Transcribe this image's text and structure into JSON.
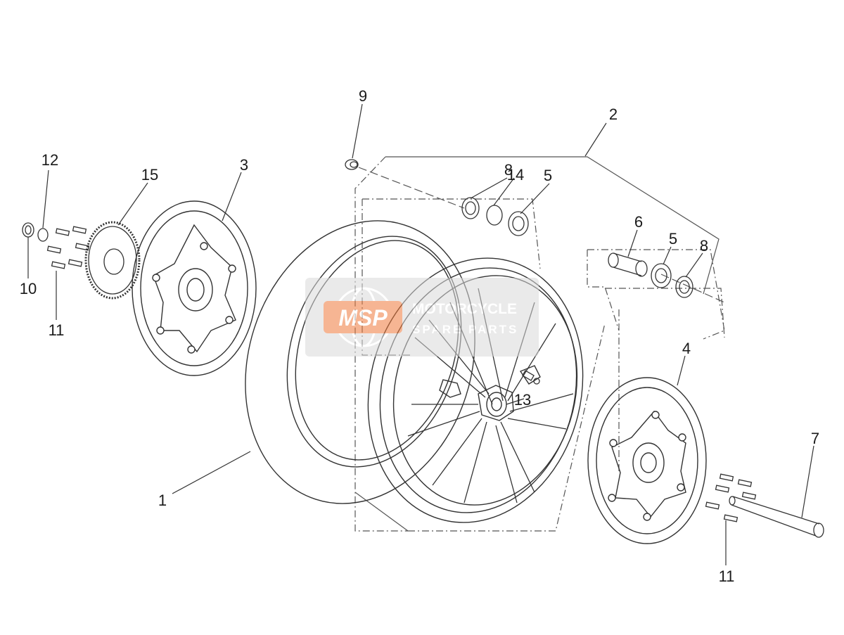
{
  "parts": {
    "p1": "1",
    "p2": "2",
    "p3": "3",
    "p4": "4",
    "p5a": "5",
    "p5b": "5",
    "p6": "6",
    "p7": "7",
    "p8a": "8",
    "p8b": "8",
    "p9": "9",
    "p10": "10",
    "p11a": "11",
    "p11b": "11",
    "p12": "12",
    "p13": "13",
    "p14": "14",
    "p15": "15"
  },
  "watermark": {
    "logo": "MSP",
    "line1": "MOTORCYCLE",
    "line2": "SPARE PARTS"
  },
  "colors": {
    "line": "#333333",
    "watermark_orange": "#f07a3c",
    "watermark_bg": "#d9d9d9"
  }
}
